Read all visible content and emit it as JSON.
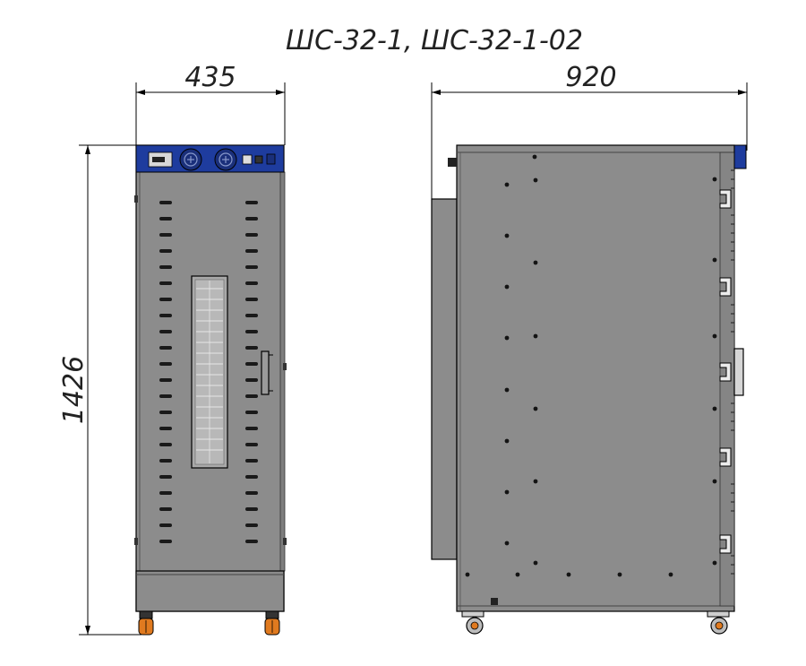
{
  "title": "ШС-32-1, ШС-32-1-02",
  "dimensions": {
    "front_width": "435",
    "side_depth": "920",
    "height": "1426"
  },
  "colors": {
    "panel_blue": "#1e3c9e",
    "body_grey": "#8c8c8c",
    "outline": "#000000",
    "wheel_orange": "#e07a1f"
  }
}
